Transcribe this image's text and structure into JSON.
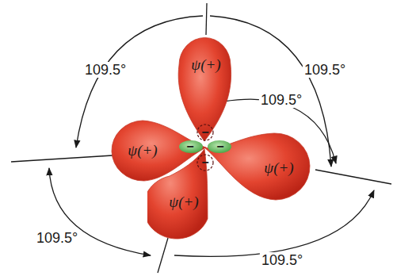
{
  "diagram": {
    "nodes": [
      {
        "text": [
          "ψ(+)"
        ]
      },
      {
        "text": [
          "ψ(+)"
        ]
      },
      {
        "text": [
          "ψ(+)"
        ]
      },
      {
        "text": [
          "ψ(+)"
        ]
      }
    ],
    "labels": [
      "109.5°",
      "109.5°",
      "109.5°",
      "−",
      "−",
      "−",
      "−",
      "109.5°",
      "109.5°"
    ]
  }
}
